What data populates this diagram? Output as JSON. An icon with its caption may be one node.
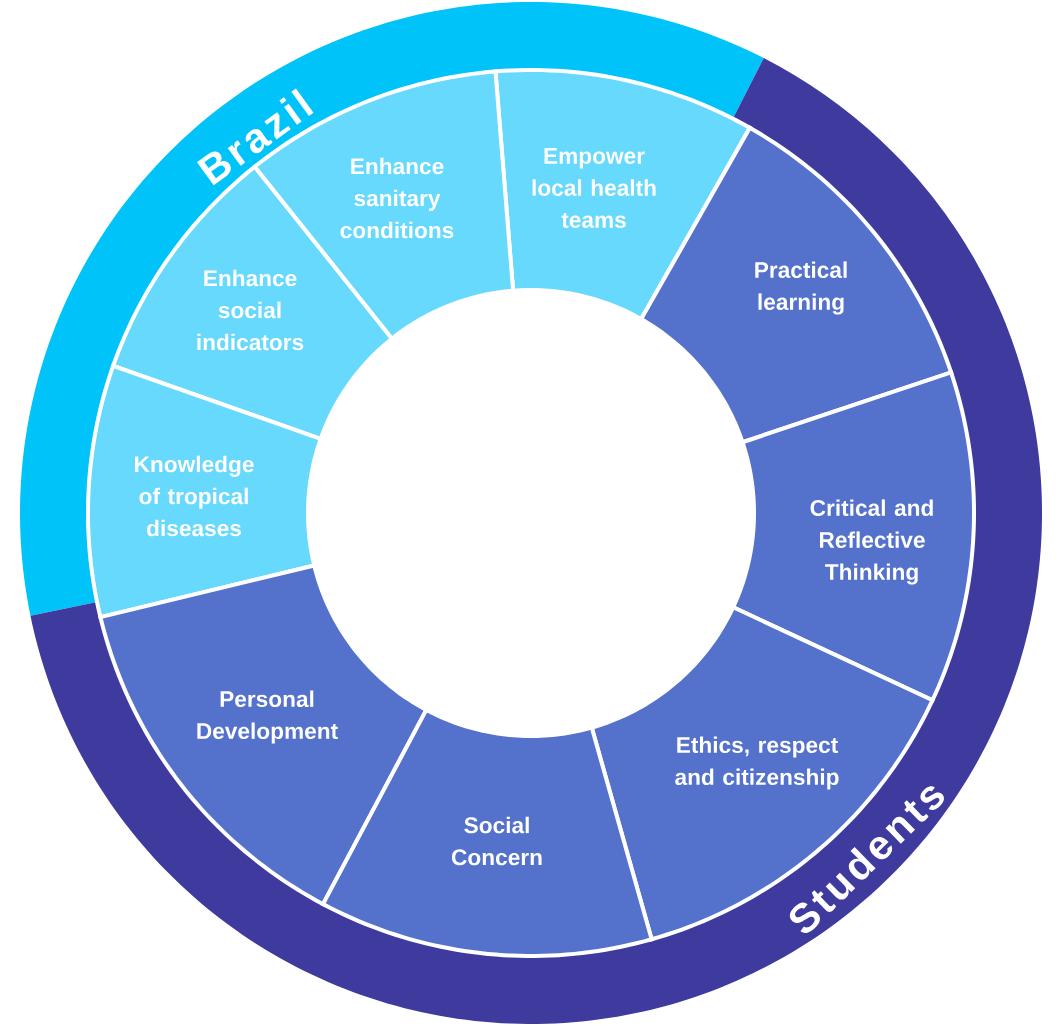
{
  "diagram": {
    "nodes": [
      {
        "text": [
          "Brazil"
        ]
      },
      {
        "text": [
          "Students"
        ]
      },
      {
        "text": [
          "Empower local health teams"
        ]
      },
      {
        "text": [
          "Enhance sanitary conditions"
        ]
      },
      {
        "text": [
          "Practical learning"
        ]
      },
      {
        "text": [
          "Enhance social indicators"
        ]
      },
      {
        "text": [
          "Knowledge of tropical diseases"
        ]
      },
      {
        "text": [
          "Critical and Reflective Thinking"
        ]
      },
      {
        "text": [
          "Personal Development"
        ]
      },
      {
        "text": [
          "Ethics, respect and citizenship"
        ]
      },
      {
        "text": [
          "Social Concern"
        ]
      }
    ]
  }
}
